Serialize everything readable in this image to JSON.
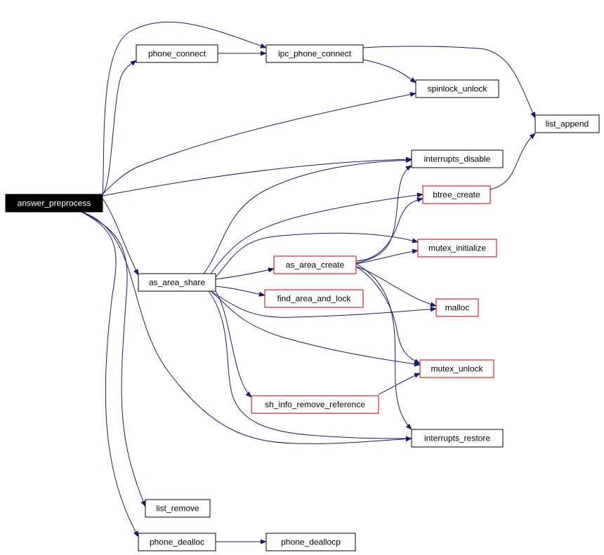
{
  "graph": {
    "edge_color": "#191970",
    "nodes": [
      {
        "id": "answer_preprocess",
        "label": "answer_preprocess",
        "style": "root"
      },
      {
        "id": "phone_connect",
        "label": "phone_connect",
        "style": "black"
      },
      {
        "id": "ipc_phone_connect",
        "label": "ipc_phone_connect",
        "style": "black"
      },
      {
        "id": "spinlock_unlock",
        "label": "spinlock_unlock",
        "style": "black"
      },
      {
        "id": "list_append",
        "label": "list_append",
        "style": "black"
      },
      {
        "id": "interrupts_disable",
        "label": "interrupts_disable",
        "style": "black"
      },
      {
        "id": "btree_create",
        "label": "btree_create",
        "style": "red"
      },
      {
        "id": "mutex_initialize",
        "label": "mutex_initialize",
        "style": "red"
      },
      {
        "id": "as_area_create",
        "label": "as_area_create",
        "style": "red"
      },
      {
        "id": "as_area_share",
        "label": "as_area_share",
        "style": "black"
      },
      {
        "id": "find_area_and_lock",
        "label": "find_area_and_lock",
        "style": "red"
      },
      {
        "id": "malloc",
        "label": "malloc",
        "style": "red"
      },
      {
        "id": "mutex_unlock",
        "label": "mutex_unlock",
        "style": "red"
      },
      {
        "id": "sh_info_remove_reference",
        "label": "sh_info_remove_reference",
        "style": "red"
      },
      {
        "id": "interrupts_restore",
        "label": "interrupts_restore",
        "style": "black"
      },
      {
        "id": "list_remove",
        "label": "list_remove",
        "style": "black"
      },
      {
        "id": "phone_dealloc",
        "label": "phone_dealloc",
        "style": "black"
      },
      {
        "id": "phone_deallocp",
        "label": "phone_deallocp",
        "style": "black"
      }
    ],
    "edges": [
      {
        "from": "answer_preprocess",
        "to": "phone_connect"
      },
      {
        "from": "answer_preprocess",
        "to": "ipc_phone_connect"
      },
      {
        "from": "answer_preprocess",
        "to": "spinlock_unlock"
      },
      {
        "from": "answer_preprocess",
        "to": "interrupts_disable"
      },
      {
        "from": "answer_preprocess",
        "to": "as_area_share"
      },
      {
        "from": "answer_preprocess",
        "to": "interrupts_restore"
      },
      {
        "from": "answer_preprocess",
        "to": "list_remove"
      },
      {
        "from": "answer_preprocess",
        "to": "phone_dealloc"
      },
      {
        "from": "phone_connect",
        "to": "ipc_phone_connect"
      },
      {
        "from": "ipc_phone_connect",
        "to": "spinlock_unlock"
      },
      {
        "from": "ipc_phone_connect",
        "to": "list_append"
      },
      {
        "from": "btree_create",
        "to": "list_append"
      },
      {
        "from": "as_area_share",
        "to": "interrupts_disable"
      },
      {
        "from": "as_area_share",
        "to": "btree_create"
      },
      {
        "from": "as_area_share",
        "to": "mutex_initialize"
      },
      {
        "from": "as_area_share",
        "to": "as_area_create"
      },
      {
        "from": "as_area_share",
        "to": "find_area_and_lock"
      },
      {
        "from": "as_area_share",
        "to": "malloc"
      },
      {
        "from": "as_area_share",
        "to": "mutex_unlock"
      },
      {
        "from": "as_area_share",
        "to": "sh_info_remove_reference"
      },
      {
        "from": "as_area_share",
        "to": "interrupts_restore"
      },
      {
        "from": "as_area_create",
        "to": "interrupts_disable"
      },
      {
        "from": "as_area_create",
        "to": "btree_create"
      },
      {
        "from": "as_area_create",
        "to": "mutex_initialize"
      },
      {
        "from": "as_area_create",
        "to": "malloc"
      },
      {
        "from": "as_area_create",
        "to": "mutex_unlock"
      },
      {
        "from": "as_area_create",
        "to": "interrupts_restore"
      },
      {
        "from": "sh_info_remove_reference",
        "to": "mutex_unlock"
      },
      {
        "from": "phone_dealloc",
        "to": "phone_deallocp"
      }
    ]
  }
}
